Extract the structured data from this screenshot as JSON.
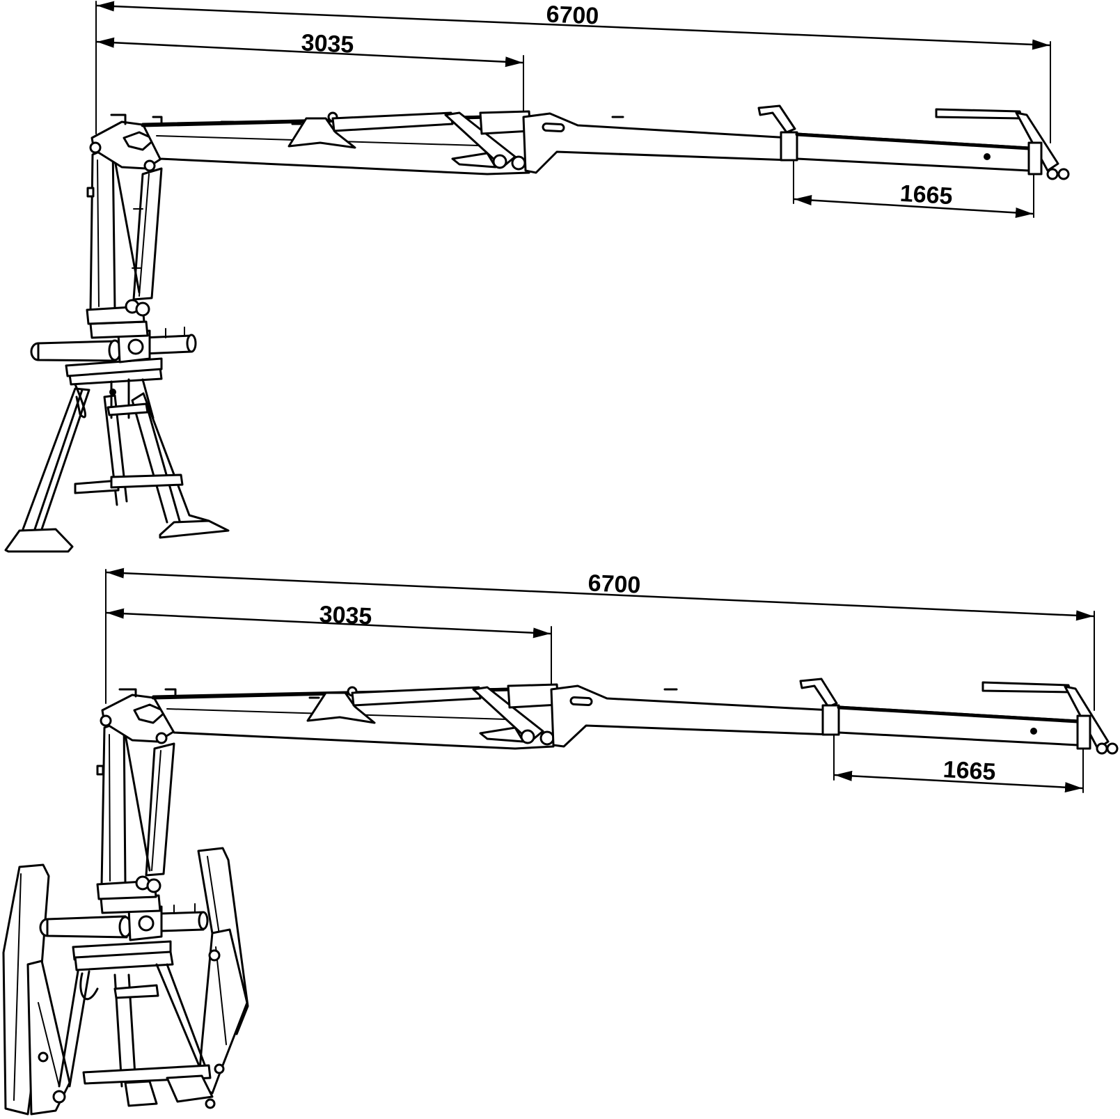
{
  "colors": {
    "line": "#000000",
    "background": "#ffffff"
  },
  "views": [
    {
      "variant": "crane on stand",
      "dimensions": {
        "overall_reach": "6700",
        "inner_boom": "3035",
        "extension": "1665"
      }
    },
    {
      "variant": "crane on stand with outriggers folded",
      "dimensions": {
        "overall_reach": "6700",
        "inner_boom": "3035",
        "extension": "1665"
      }
    }
  ]
}
